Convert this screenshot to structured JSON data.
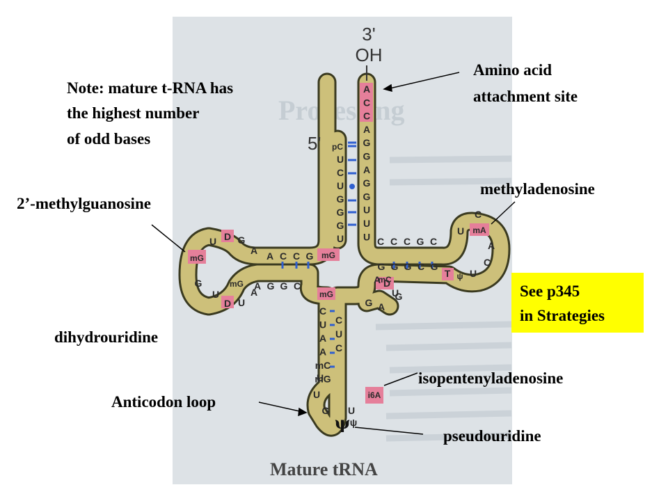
{
  "slide": {
    "note": [
      "Note: mature t-RNA has",
      "the highest number",
      "of odd bases"
    ],
    "labels": {
      "amino_acid": [
        "Amino acid",
        "attachment site"
      ],
      "methylguanosine": "2’-methylguanosine",
      "methyladenosine": "methyladenosine",
      "dihydrouridine": "dihydrouridine",
      "anticodon_loop": "Anticodon loop",
      "isopentenyladenosine": "isopentenyladenosine",
      "pseudouridine": "pseudouridine"
    },
    "see_box": [
      "See p345",
      "in Strategies"
    ],
    "colors": {
      "highlight": "#ffff00",
      "stem": "#cdc07a",
      "modified_base": "#e57f9a",
      "bond": "#2f5fd0"
    }
  },
  "figure": {
    "end_3_prime": [
      "3'",
      "OH"
    ],
    "end_5_prime": "5'",
    "caption": "Mature tRNA",
    "bg_text": [
      "Processing"
    ],
    "acceptor_3": [
      "A",
      "C",
      "C",
      "A",
      "G",
      "G",
      "A",
      "G",
      "G",
      "U",
      "U",
      "U"
    ],
    "acceptor_5": [
      "pC",
      "U",
      "C",
      "U",
      "G",
      "G",
      "G",
      "U"
    ],
    "d_stem_top": [
      "A",
      "C",
      "C",
      "G"
    ],
    "d_stem_bot": [
      "A",
      "G",
      "G",
      "C"
    ],
    "d_loop": [
      "mG",
      "A",
      "G",
      "D",
      "U",
      "mG",
      "G",
      "U",
      "D",
      "U",
      "A"
    ],
    "t_stem_top": [
      "C",
      "C",
      "C",
      "G",
      "C"
    ],
    "t_stem_bot": [
      "G",
      "G",
      "G",
      "C",
      "G"
    ],
    "t_loop": [
      "U",
      "C",
      "mA",
      "A",
      "C",
      "U",
      "ψ",
      "T"
    ],
    "mg_junction": [
      "mG",
      "mG"
    ],
    "anticodon_5": [
      "C",
      "U",
      "A",
      "A",
      "mC",
      "mG"
    ],
    "anticodon_3": [
      "G",
      "A",
      "U",
      "C",
      "U",
      "C"
    ],
    "variable": [
      "A",
      "G",
      "D",
      "mC"
    ],
    "anticodon_loop": [
      "U",
      "U",
      "G",
      "ψ",
      "U",
      "i6A"
    ]
  }
}
